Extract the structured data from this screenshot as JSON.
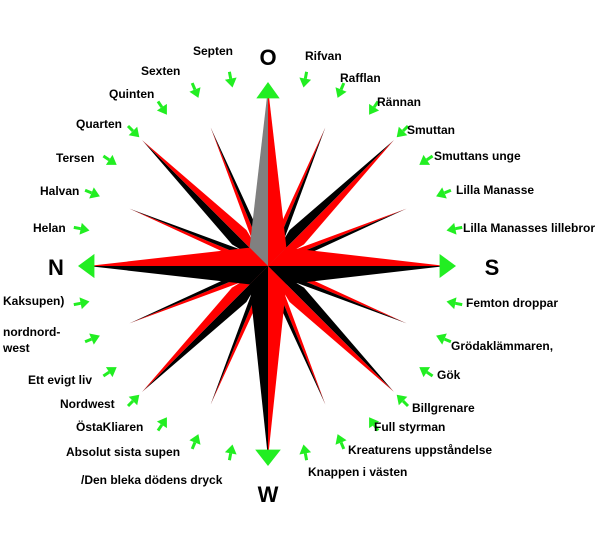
{
  "cardinals": {
    "top": "O",
    "bottom": "W",
    "left": "N",
    "right": "S"
  },
  "labels": {
    "septen": "Septen",
    "sexten": "Sexten",
    "quinten": "Quinten",
    "quarten": "Quarten",
    "tersen": "Tersen",
    "halvan": "Halvan",
    "helan": "Helan",
    "kaksupen": "Kaksupen)",
    "nordnord_1": "nordnord-",
    "nordnord_2": "west",
    "ett_evigt_liv": "Ett evigt liv",
    "nordwest": "Nordwest",
    "ostakliaren": "ÖstaKliaren",
    "absolut": "Absolut sista supen",
    "bleka": "/Den bleka dödens dryck",
    "rifvan": "Rifvan",
    "rafflan": "Rafflan",
    "rannan": "Rännan",
    "smuttan": "Smuttan",
    "smuttans_unge": "Smuttans unge",
    "lilla_manasse": "Lilla Manasse",
    "lilla_manasses": "Lilla Manasses lillebror",
    "femton": "Femton droppar",
    "grodaklammaren": "Grödaklämmaren,",
    "gok": "Gök",
    "billgrenare": "Billgrenare",
    "full_styrman": "Full styrman",
    "kreaturens": "Kreaturens uppståndelse",
    "knappen": "Knappen i västen"
  },
  "colors": {
    "red": "#ff0000",
    "black": "#000000",
    "gray": "#808080",
    "green": "#22ee22"
  }
}
